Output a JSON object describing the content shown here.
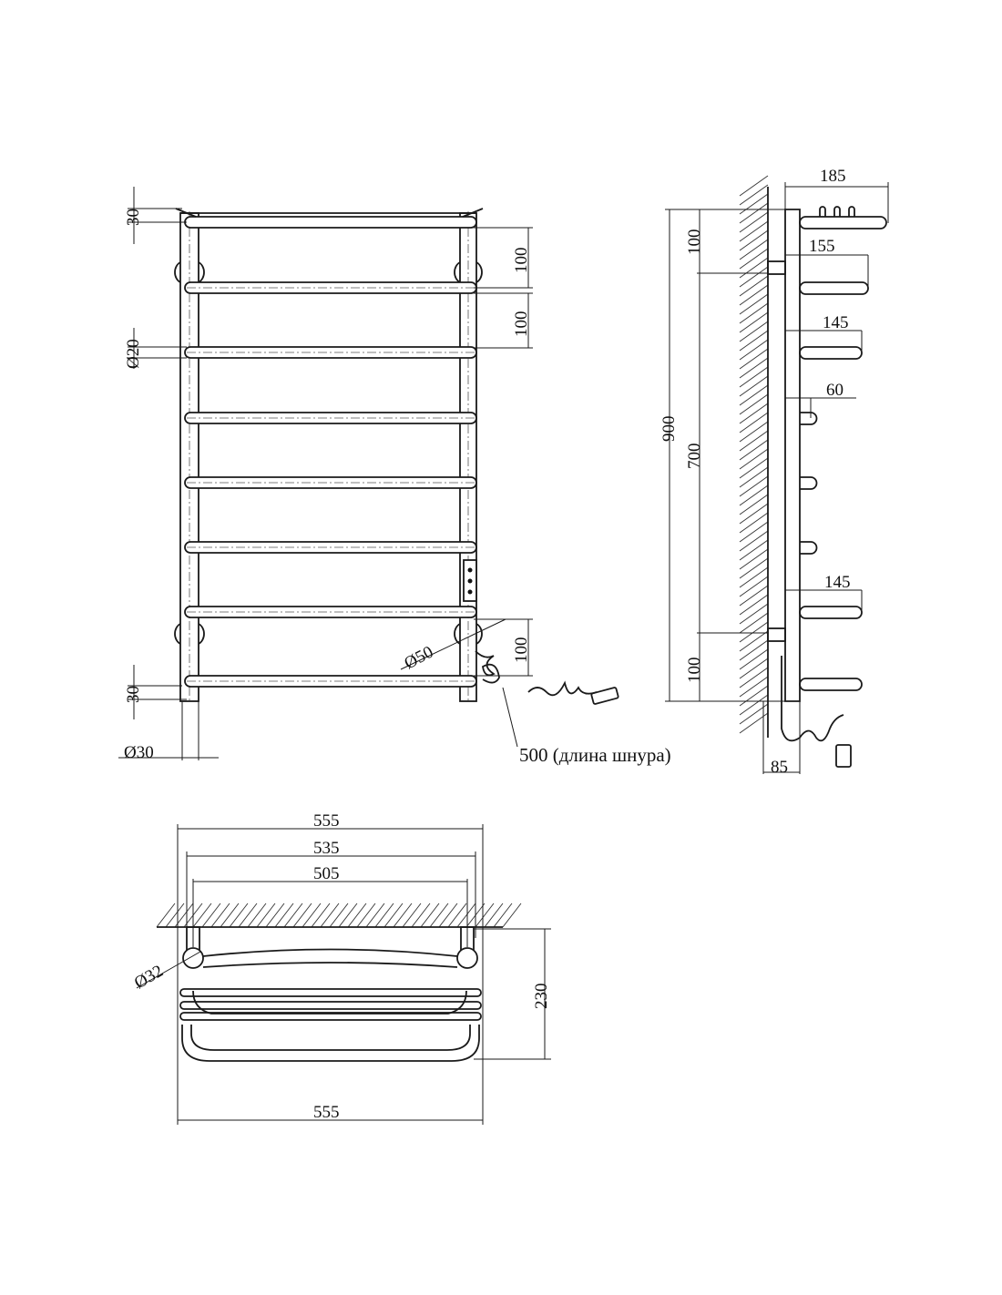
{
  "front_view": {
    "top_offset": "30",
    "rung_spacing_1": "100",
    "rung_spacing_2": "100",
    "rung_diameter": "Ø20",
    "flange_diameter": "Ø50",
    "bottom_spacing": "100",
    "bottom_offset": "30",
    "post_diameter": "Ø30",
    "cord_length": "500 (длина шнура)"
  },
  "side_view": {
    "depth_top": "185",
    "depth_2": "155",
    "depth_3": "145",
    "depth_short": "60",
    "depth_bottom": "145",
    "wall_offset": "85",
    "total_height": "900",
    "mount_spacing": "700",
    "top_to_mount": "100",
    "mount_to_bottom": "100"
  },
  "top_view": {
    "overall_width": "555",
    "mid_width": "535",
    "mount_width": "505",
    "flange_diameter": "Ø32",
    "depth": "230",
    "bottom_width": "555"
  },
  "colors": {
    "line": "#1a1a1a",
    "background": "#ffffff"
  }
}
